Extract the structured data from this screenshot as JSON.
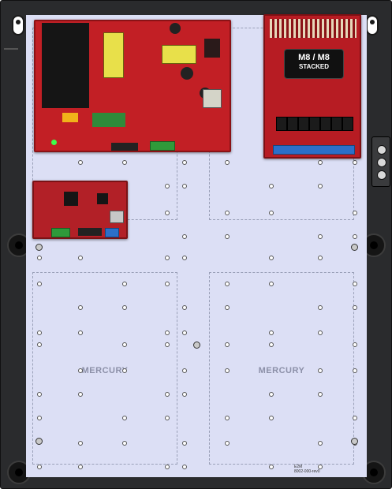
{
  "enclosure": {
    "zones": [
      {
        "label": ""
      },
      {
        "label": ""
      },
      {
        "label": "MERCURY"
      },
      {
        "label": "MERCURY"
      }
    ]
  },
  "boards": {
    "m8_badge": {
      "line1": "M8 / M8",
      "line2": "STACKED"
    }
  },
  "part_number": {
    "line1": "E2M",
    "line2": "8002-000-rev0"
  },
  "colors": {
    "enclosure": "#2a2b2d",
    "backplate": "#dcdff5",
    "board_red": "#c21f25",
    "terminal_blue": "#2c6fc9",
    "terminal_green": "#2f9a3a"
  }
}
